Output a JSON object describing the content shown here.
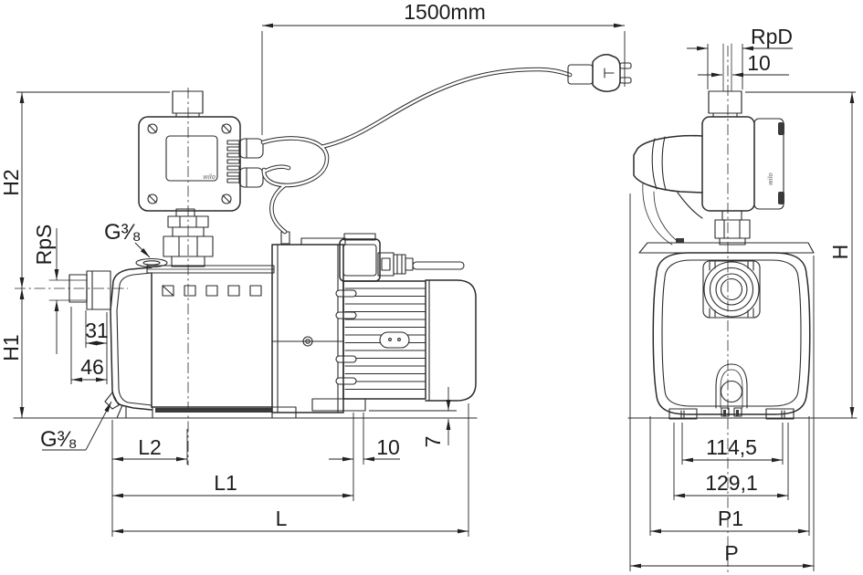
{
  "drawing": {
    "dimensions": {
      "cable_length": "1500mm",
      "pressure_port_thread": "RpD",
      "pressure_port_ten": "10",
      "total_height": "H",
      "upper_height": "H2",
      "suction_height": "H1",
      "suction_thread": "RpS",
      "suction_inset": "31",
      "suction_length": "46",
      "top_plug_thread": "G³⁄₈",
      "drain_plug_thread": "G³⁄₈",
      "pump_length_l2": "L2",
      "motor_foot_ten": "10",
      "motor_foot_gap": "7",
      "pump_length_l1": "L1",
      "total_length": "L",
      "foot_slot_spacing": "114,5",
      "foot_outer_width": "129,1",
      "depth_p1": "P1",
      "total_depth": "P"
    },
    "branding": {
      "logo_front": "wilo",
      "logo_side": "wilo"
    }
  }
}
